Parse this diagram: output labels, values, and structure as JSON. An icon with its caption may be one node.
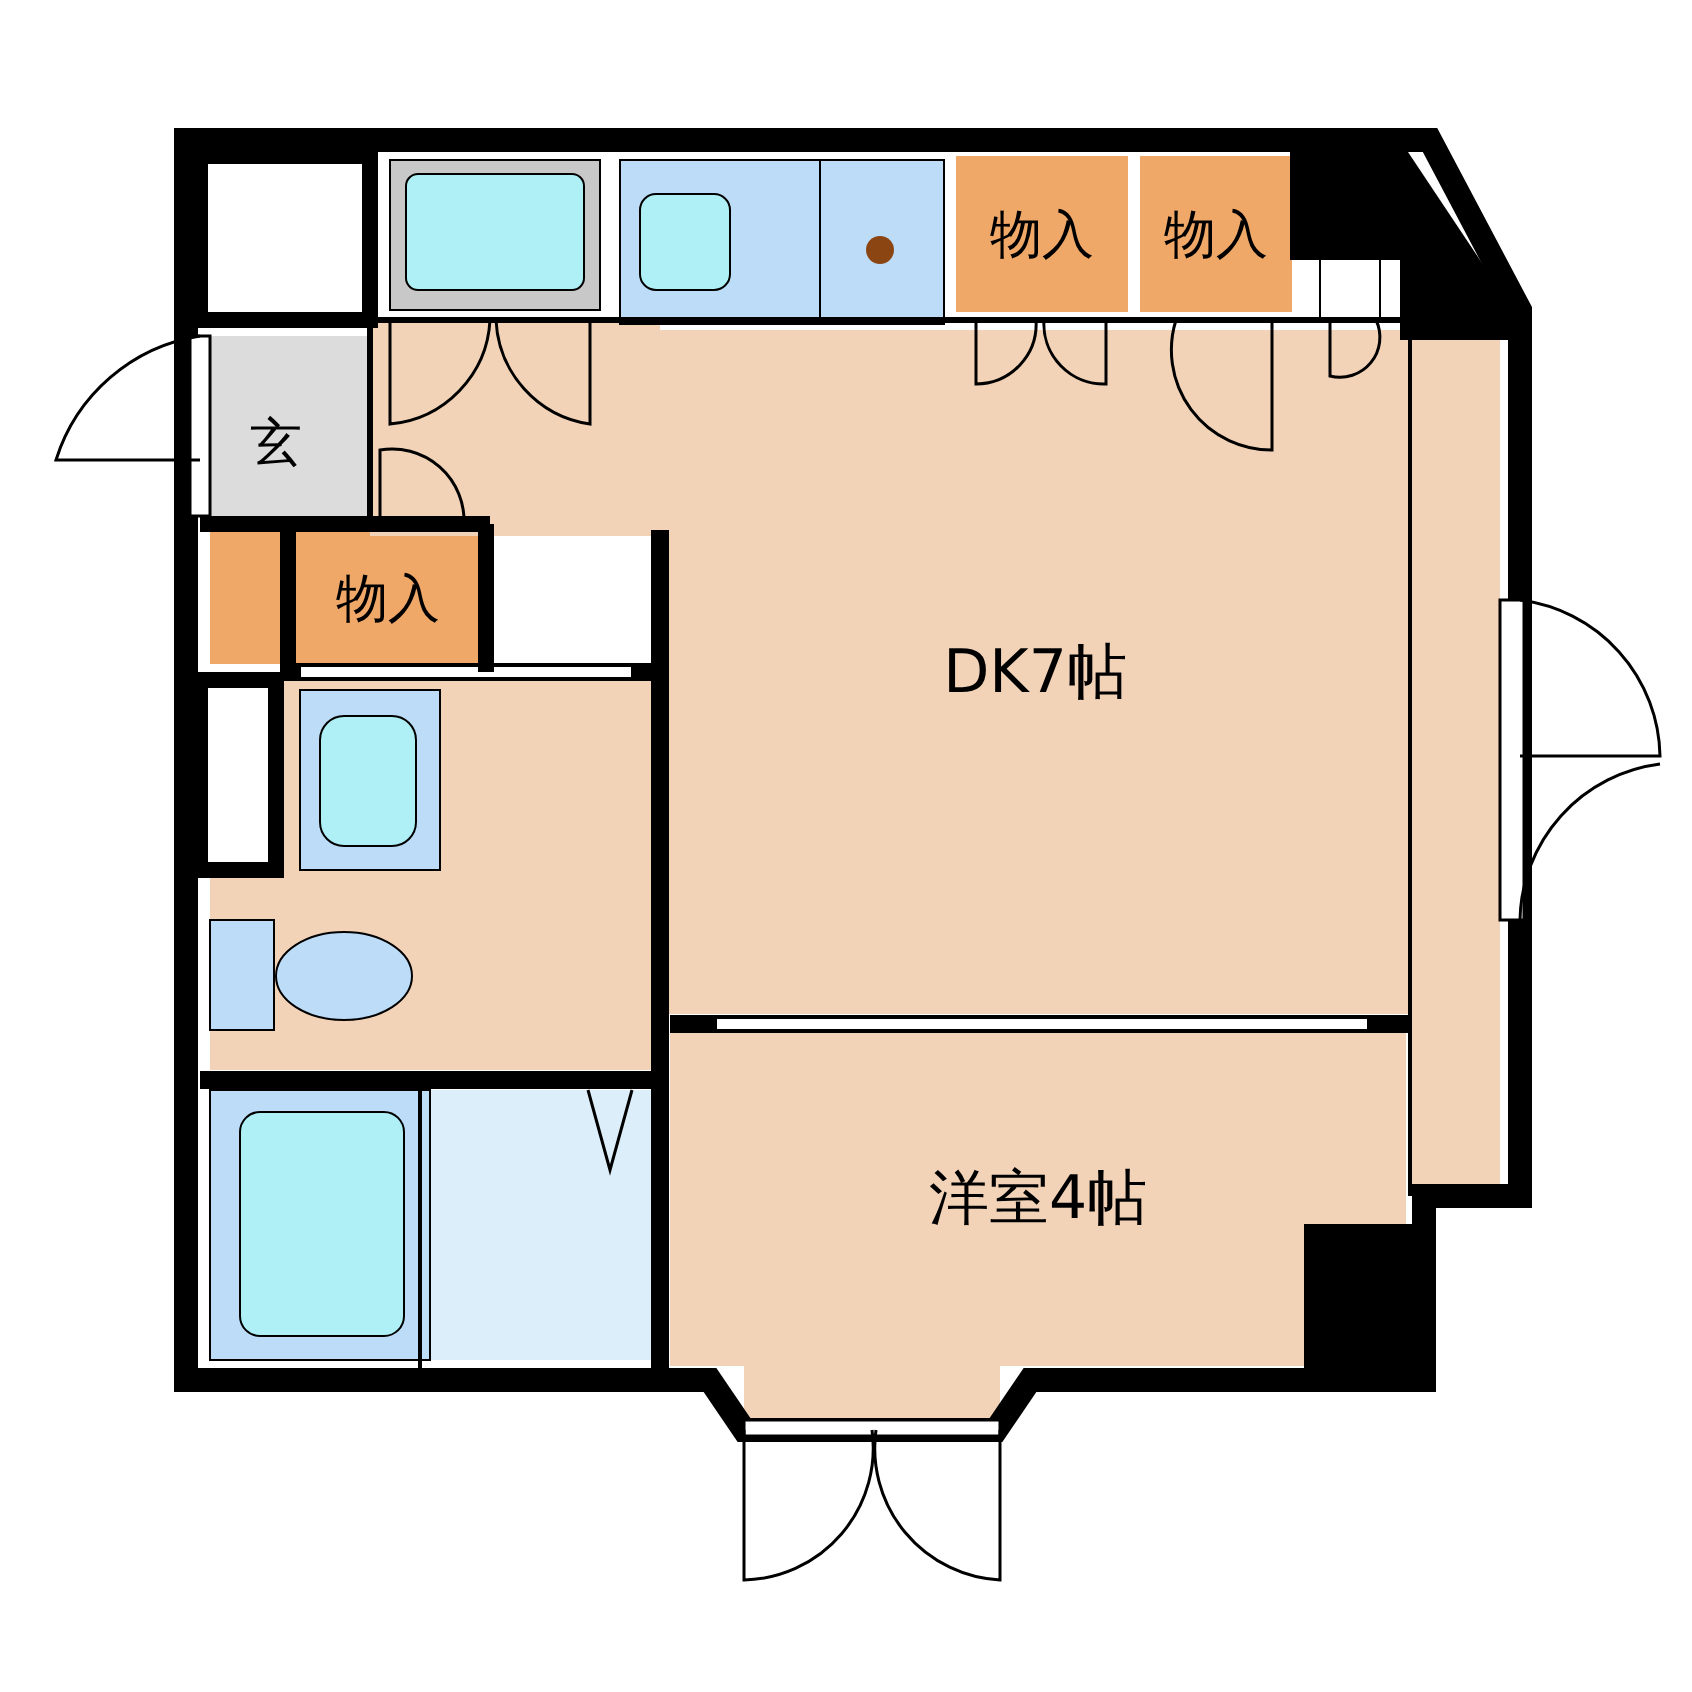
{
  "diagram": {
    "nodes": [
      {
        "text": [
          "物入"
        ]
      },
      {
        "text": [
          "物入"
        ]
      },
      {
        "text": [
          "玄"
        ]
      },
      {
        "text": [
          "物入"
        ]
      },
      {
        "text": [
          "DK7帖"
        ]
      },
      {
        "text": [
          "洋室4帖"
        ]
      }
    ]
  }
}
